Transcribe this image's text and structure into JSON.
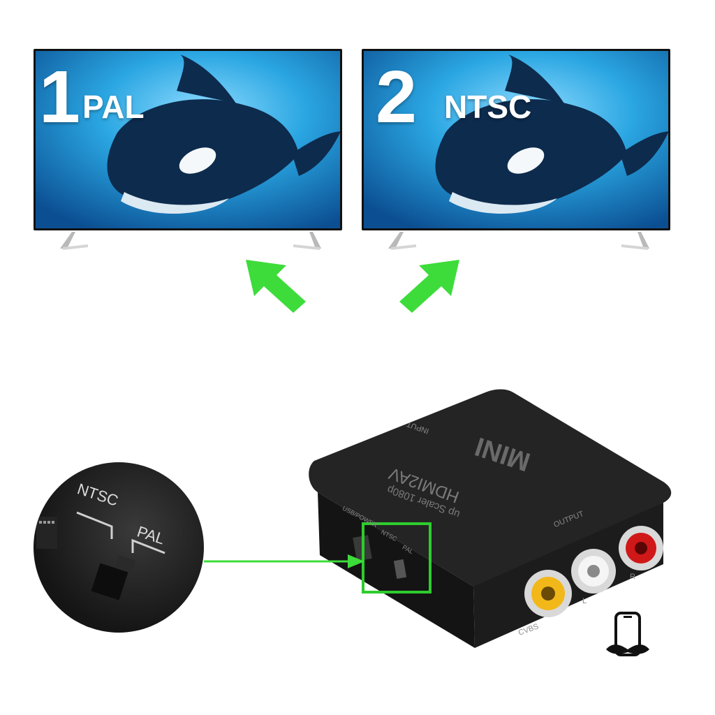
{
  "tvs": [
    {
      "number": "1",
      "mode": "PAL"
    },
    {
      "number": "2",
      "mode": "NTSC"
    }
  ],
  "device": {
    "brand": "MINI",
    "model": "HDMI2AV",
    "subtitle": "up Scaler 1080p",
    "input_label": "INPUT",
    "output_label": "OUTPUT",
    "usb_label": "USB/POWER",
    "switch_ntsc": "NTSC",
    "switch_pal": "PAL",
    "port_labels": {
      "cvbs": "CVBS",
      "left": "L",
      "right": "R"
    }
  },
  "zoom": {
    "ntsc": "NTSC",
    "pal": "PAL"
  },
  "colors": {
    "arrow": "#3ddc3a",
    "highlight": "#2ecc2e",
    "sky": "#2ea8e6",
    "body": "#1b1b1b",
    "rca_yellow": "#f2b81a",
    "rca_white": "#e8e8e8",
    "rca_red": "#d01818"
  },
  "icons": [
    "arrow-up-left-icon",
    "arrow-up-right-icon",
    "phone-mustache-icon"
  ]
}
